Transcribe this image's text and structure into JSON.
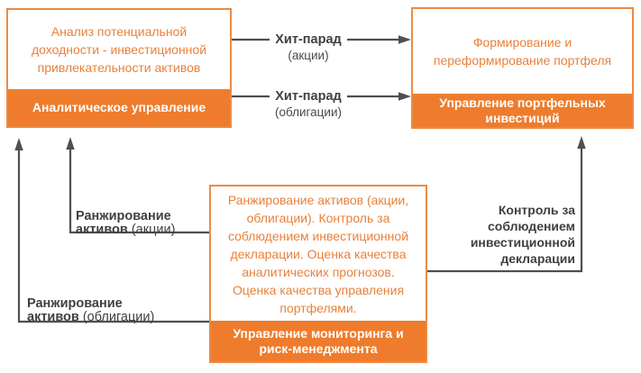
{
  "colors": {
    "orange_fill": "#ee7c2c",
    "orange_border": "#ec8b44",
    "orange_text": "#e9813a",
    "arrow_gray": "#4e4f51",
    "label_gray": "#3f4042"
  },
  "boxes": {
    "analytics": {
      "body": "Анализ потенциальной\nдоходности - инвестиционной\nпривлекательности активов",
      "footer": "Аналитическое управление"
    },
    "portfolio": {
      "body": "Формирование и\nпереформирование портфеля",
      "footer": "Управление портфельных\nинвестиций"
    },
    "monitoring": {
      "body": "Ранжирование активов (акции,\nоблигации). Контроль за\nсоблюдением инвестиционной\nдекларации. Оценка качества\nаналитических прогнозов.\nОценка качества управления\nпортфелями.",
      "footer": "Управление мониторинга и\nриск-менеджмента"
    }
  },
  "flows": {
    "hit_parade_stocks": {
      "title": "Хит-парад",
      "subtitle": "(акции)"
    },
    "hit_parade_bonds": {
      "title": "Хит-парад",
      "subtitle": "(облигации)"
    },
    "ranking_stocks": {
      "bold": "Ранжирование\nактивов",
      "regular": "(акции)"
    },
    "ranking_bonds": {
      "bold": "Ранжирование\nактивов",
      "regular": "(облигации)"
    },
    "compliance_control": "Контроль за\nсоблюдением\nинвестиционной\nдекларации"
  }
}
